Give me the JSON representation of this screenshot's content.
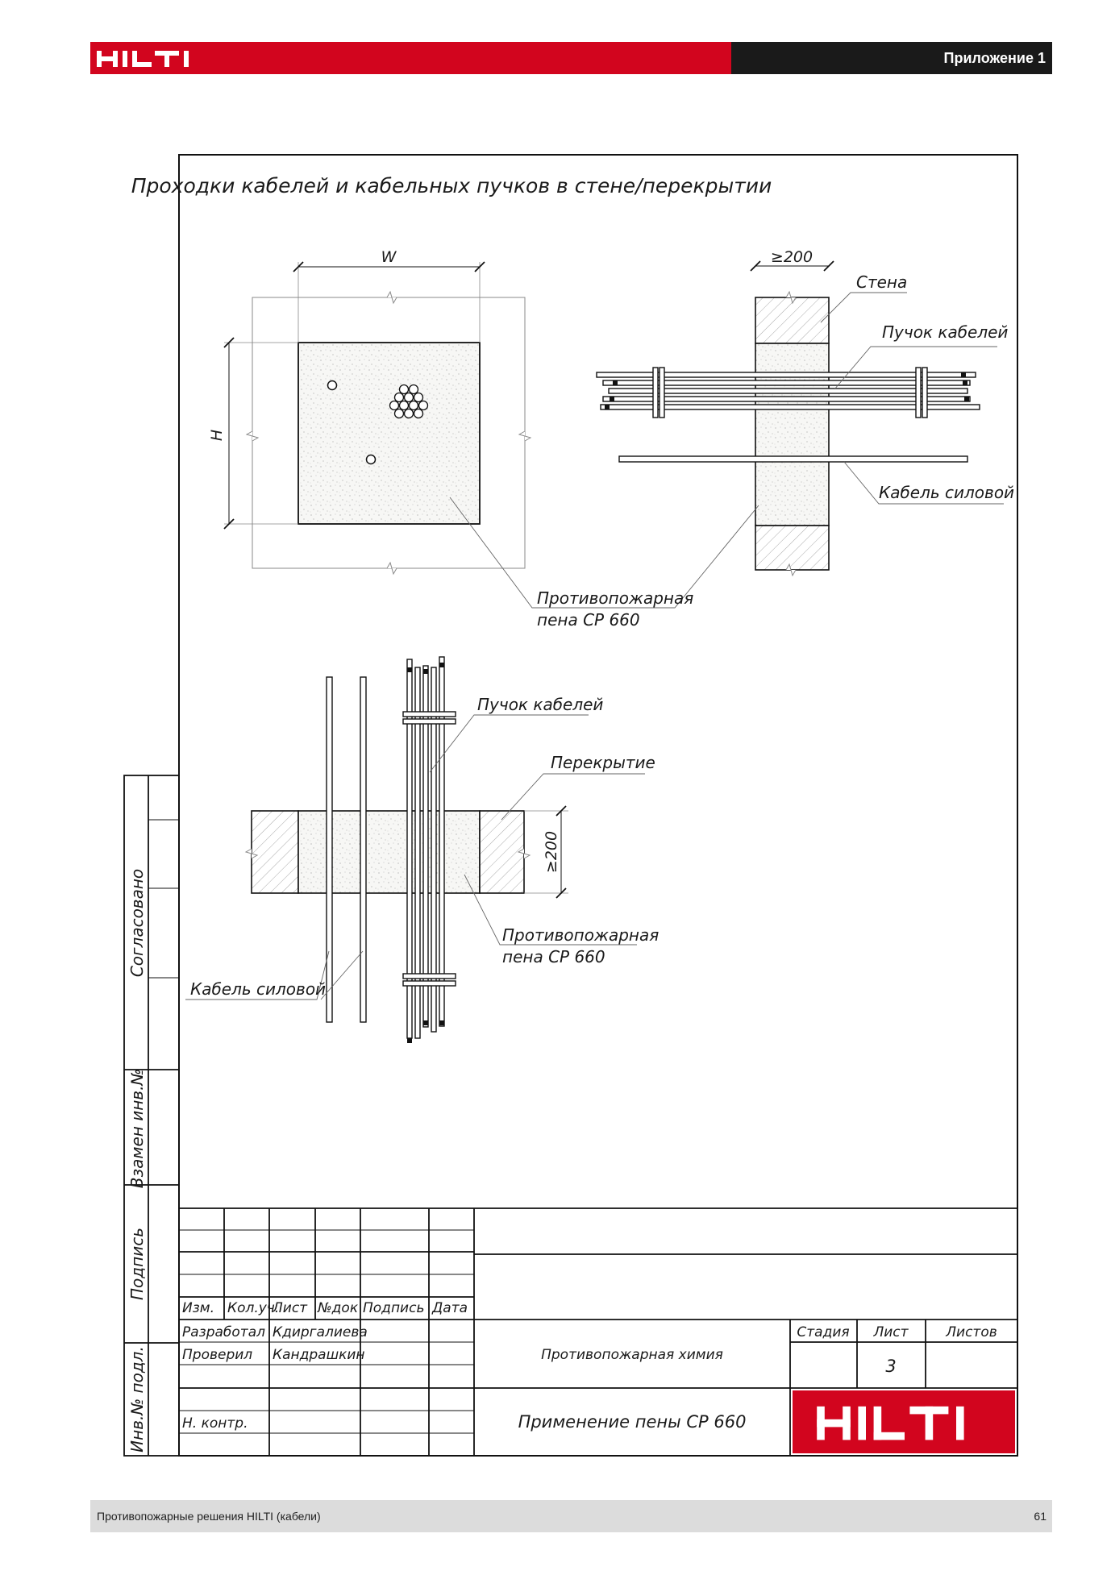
{
  "header": {
    "brand": "HILTI",
    "label": "Приложение 1",
    "brand_color": "#d2051e"
  },
  "drawing": {
    "title": "Проходки кабелей и кабельных пучков в стене/перекрытии",
    "dim_w": "W",
    "dim_h": "H",
    "dim_wall": "≥200",
    "dim_floor": "≥200",
    "label_wall": "Стена",
    "label_bundle_wall": "Пучок кабелей",
    "label_power_wall": "Кабель силовой",
    "label_foam_1": "Противопожарная",
    "label_foam_2": "пена CP 660",
    "label_bundle_floor": "Пучок кабелей",
    "label_slab": "Перекрытие",
    "label_foam_floor_1": "Противопожарная",
    "label_foam_floor_2": "пена CP 660",
    "label_power_floor": "Кабель силовой"
  },
  "side_stamp": {
    "agreed": "Согласовано",
    "replaced": "Взамен инв.№",
    "signature": "Подпись",
    "inv": "Инв.№ подл."
  },
  "title_block": {
    "col_izm": "Изм.",
    "col_kol": "Кол.уч.",
    "col_list": "Лист",
    "col_doc": "№док",
    "col_sign": "Подпись",
    "col_date": "Дата",
    "row_developed": "Разработал",
    "row_developed_name": "Кдиргалиева",
    "row_checked": "Проверил",
    "row_checked_name": "Кандрашкин",
    "row_norm": "Н. контр.",
    "subject": "Противопожарная химия",
    "doc_title": "Применение пены CP 660",
    "stage": "Стадия",
    "sheet": "Лист",
    "sheets": "Листов",
    "sheet_no": "3",
    "logo": "HILTI"
  },
  "footer": {
    "text": "Противопожарные решения HILTI (кабели)",
    "page": "61"
  }
}
